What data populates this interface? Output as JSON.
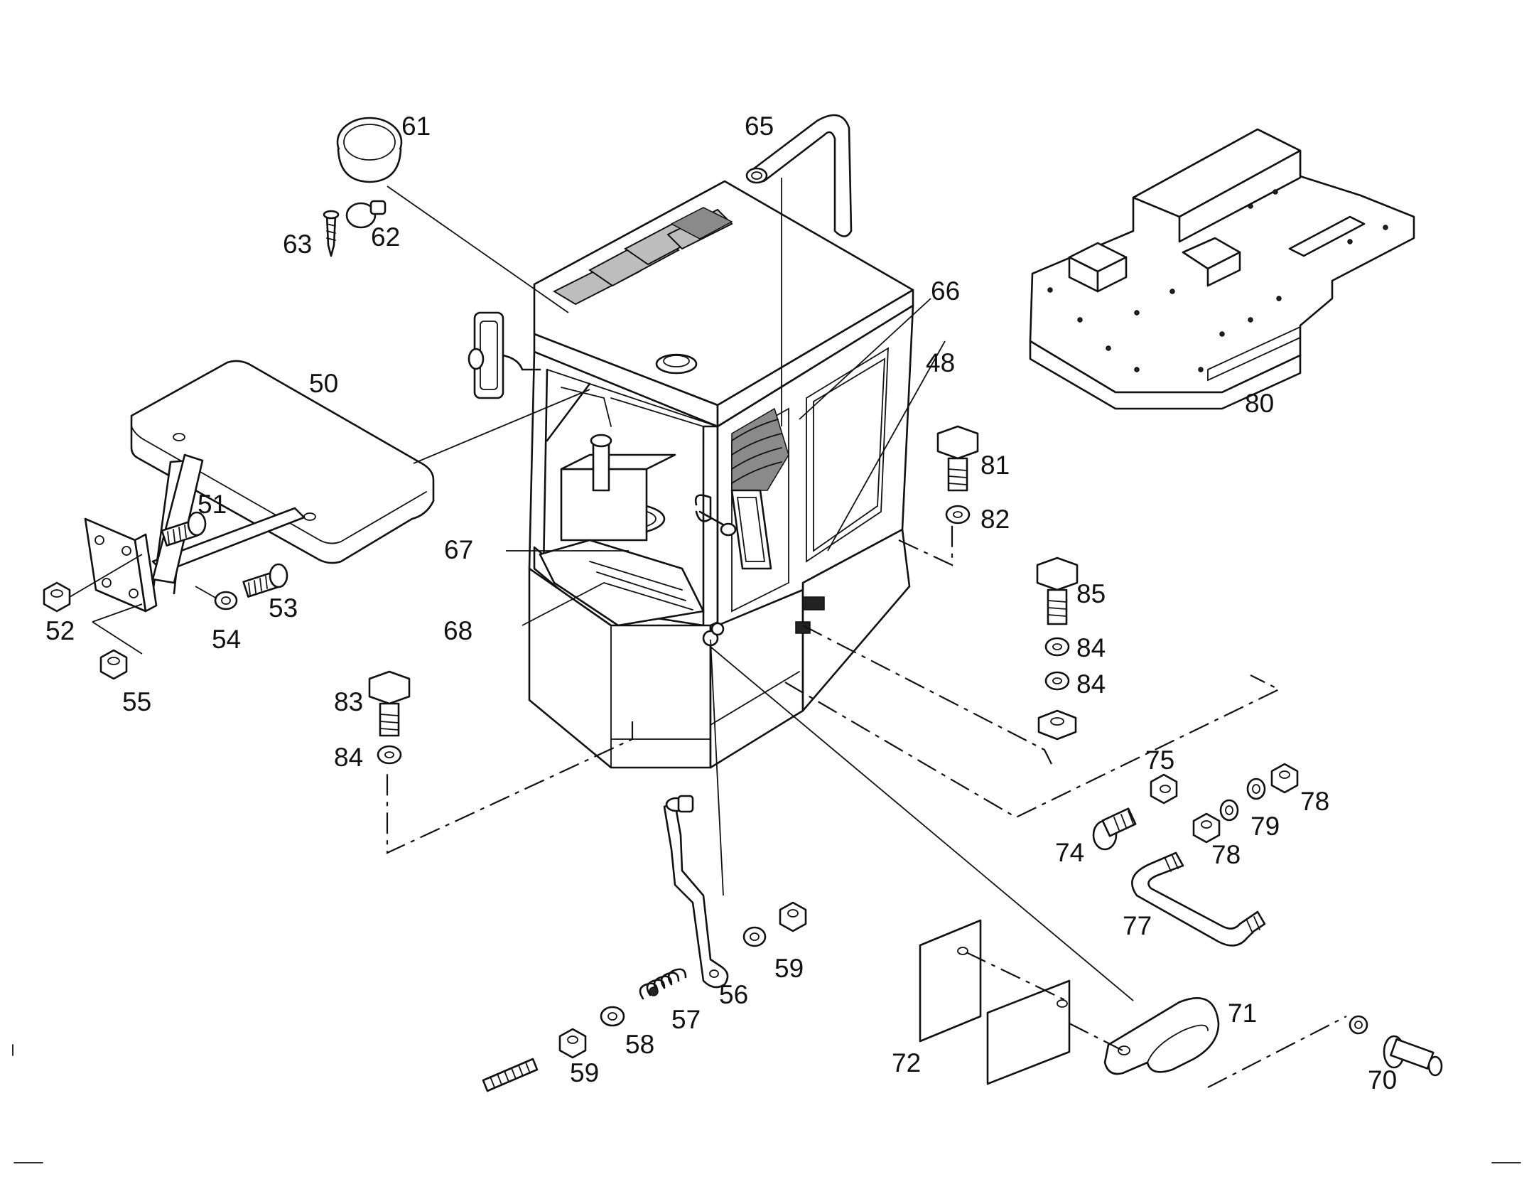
{
  "diagram": {
    "callouts": [
      {
        "id": "c61",
        "text": "61"
      },
      {
        "id": "c62",
        "text": "62"
      },
      {
        "id": "c63",
        "text": "63"
      },
      {
        "id": "c65",
        "text": "65"
      },
      {
        "id": "c66",
        "text": "66"
      },
      {
        "id": "c48",
        "text": "48"
      },
      {
        "id": "c50",
        "text": "50"
      },
      {
        "id": "c51",
        "text": "51"
      },
      {
        "id": "c52",
        "text": "52"
      },
      {
        "id": "c53",
        "text": "53"
      },
      {
        "id": "c54",
        "text": "54"
      },
      {
        "id": "c55",
        "text": "55"
      },
      {
        "id": "c67",
        "text": "67"
      },
      {
        "id": "c68",
        "text": "68"
      },
      {
        "id": "c80",
        "text": "80"
      },
      {
        "id": "c81",
        "text": "81"
      },
      {
        "id": "c82",
        "text": "82"
      },
      {
        "id": "c85",
        "text": "85"
      },
      {
        "id": "c84a",
        "text": "84"
      },
      {
        "id": "c84b",
        "text": "84"
      },
      {
        "id": "c83",
        "text": "83"
      },
      {
        "id": "c84c",
        "text": "84"
      },
      {
        "id": "c75",
        "text": "75"
      },
      {
        "id": "c78a",
        "text": "78"
      },
      {
        "id": "c79",
        "text": "79"
      },
      {
        "id": "c74",
        "text": "74"
      },
      {
        "id": "c78b",
        "text": "78"
      },
      {
        "id": "c77",
        "text": "77"
      },
      {
        "id": "c59a",
        "text": "59"
      },
      {
        "id": "c56",
        "text": "56"
      },
      {
        "id": "c57",
        "text": "57"
      },
      {
        "id": "c58",
        "text": "58"
      },
      {
        "id": "c59b",
        "text": "59"
      },
      {
        "id": "c71",
        "text": "71"
      },
      {
        "id": "c72",
        "text": "72"
      },
      {
        "id": "c70",
        "text": "70"
      }
    ]
  }
}
